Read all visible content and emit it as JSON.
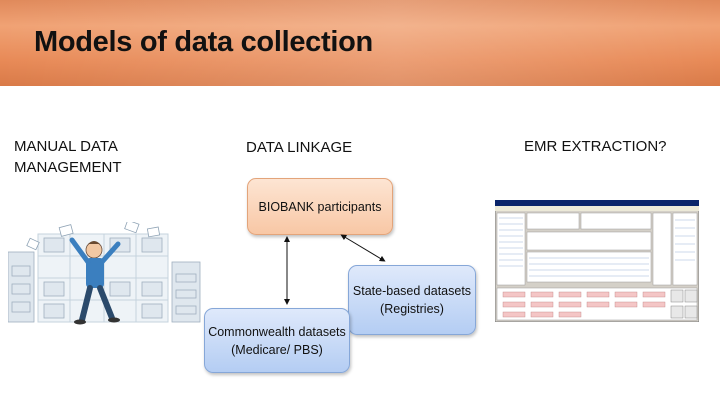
{
  "slide": {
    "title": "Models of data collection"
  },
  "columns": {
    "manual": "MANUAL DATA MANAGEMENT",
    "linkage": "DATA LINKAGE",
    "emr": "EMR EXTRACTION?"
  },
  "diagram": {
    "biobank": "BIOBANK participants",
    "state": "State-based datasets (Registries)",
    "commonwealth": "Commonwealth datasets (Medicare/ PBS)"
  },
  "colors": {
    "header": "#e88a57",
    "node_orange": "#f8c7a5",
    "node_blue": "#b4cdf3"
  }
}
